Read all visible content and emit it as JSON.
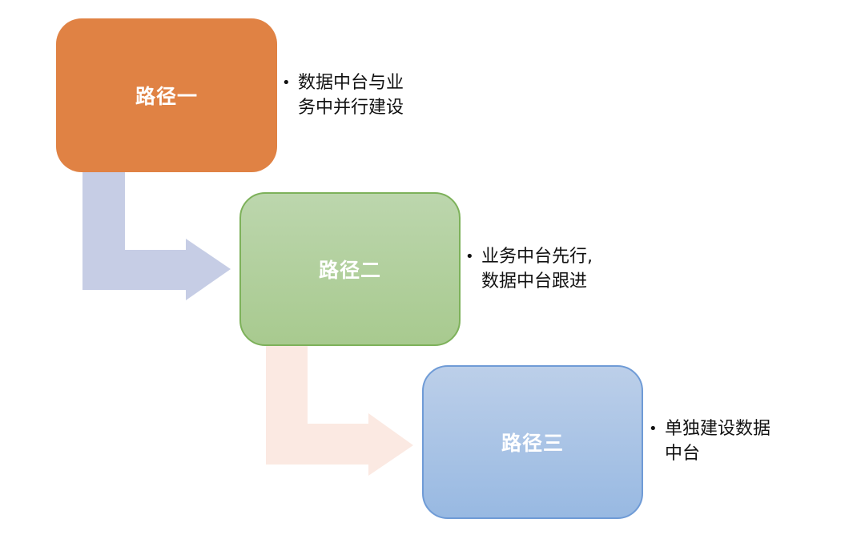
{
  "steps": [
    {
      "label": "路径一",
      "note_lines": [
        "数据中台与业",
        "务中并行建设"
      ],
      "color": "#e08244"
    },
    {
      "label": "路径二",
      "note_lines": [
        "业务中台先行,",
        "数据中台跟进"
      ],
      "color": "#a9cb91"
    },
    {
      "label": "路径三",
      "note_lines": [
        "单独建设数据",
        "中台"
      ],
      "color": "#9dbce3"
    }
  ],
  "bullet_symbol": "•",
  "arrow_colors": [
    "#c6cde5",
    "#fbe9e2"
  ]
}
